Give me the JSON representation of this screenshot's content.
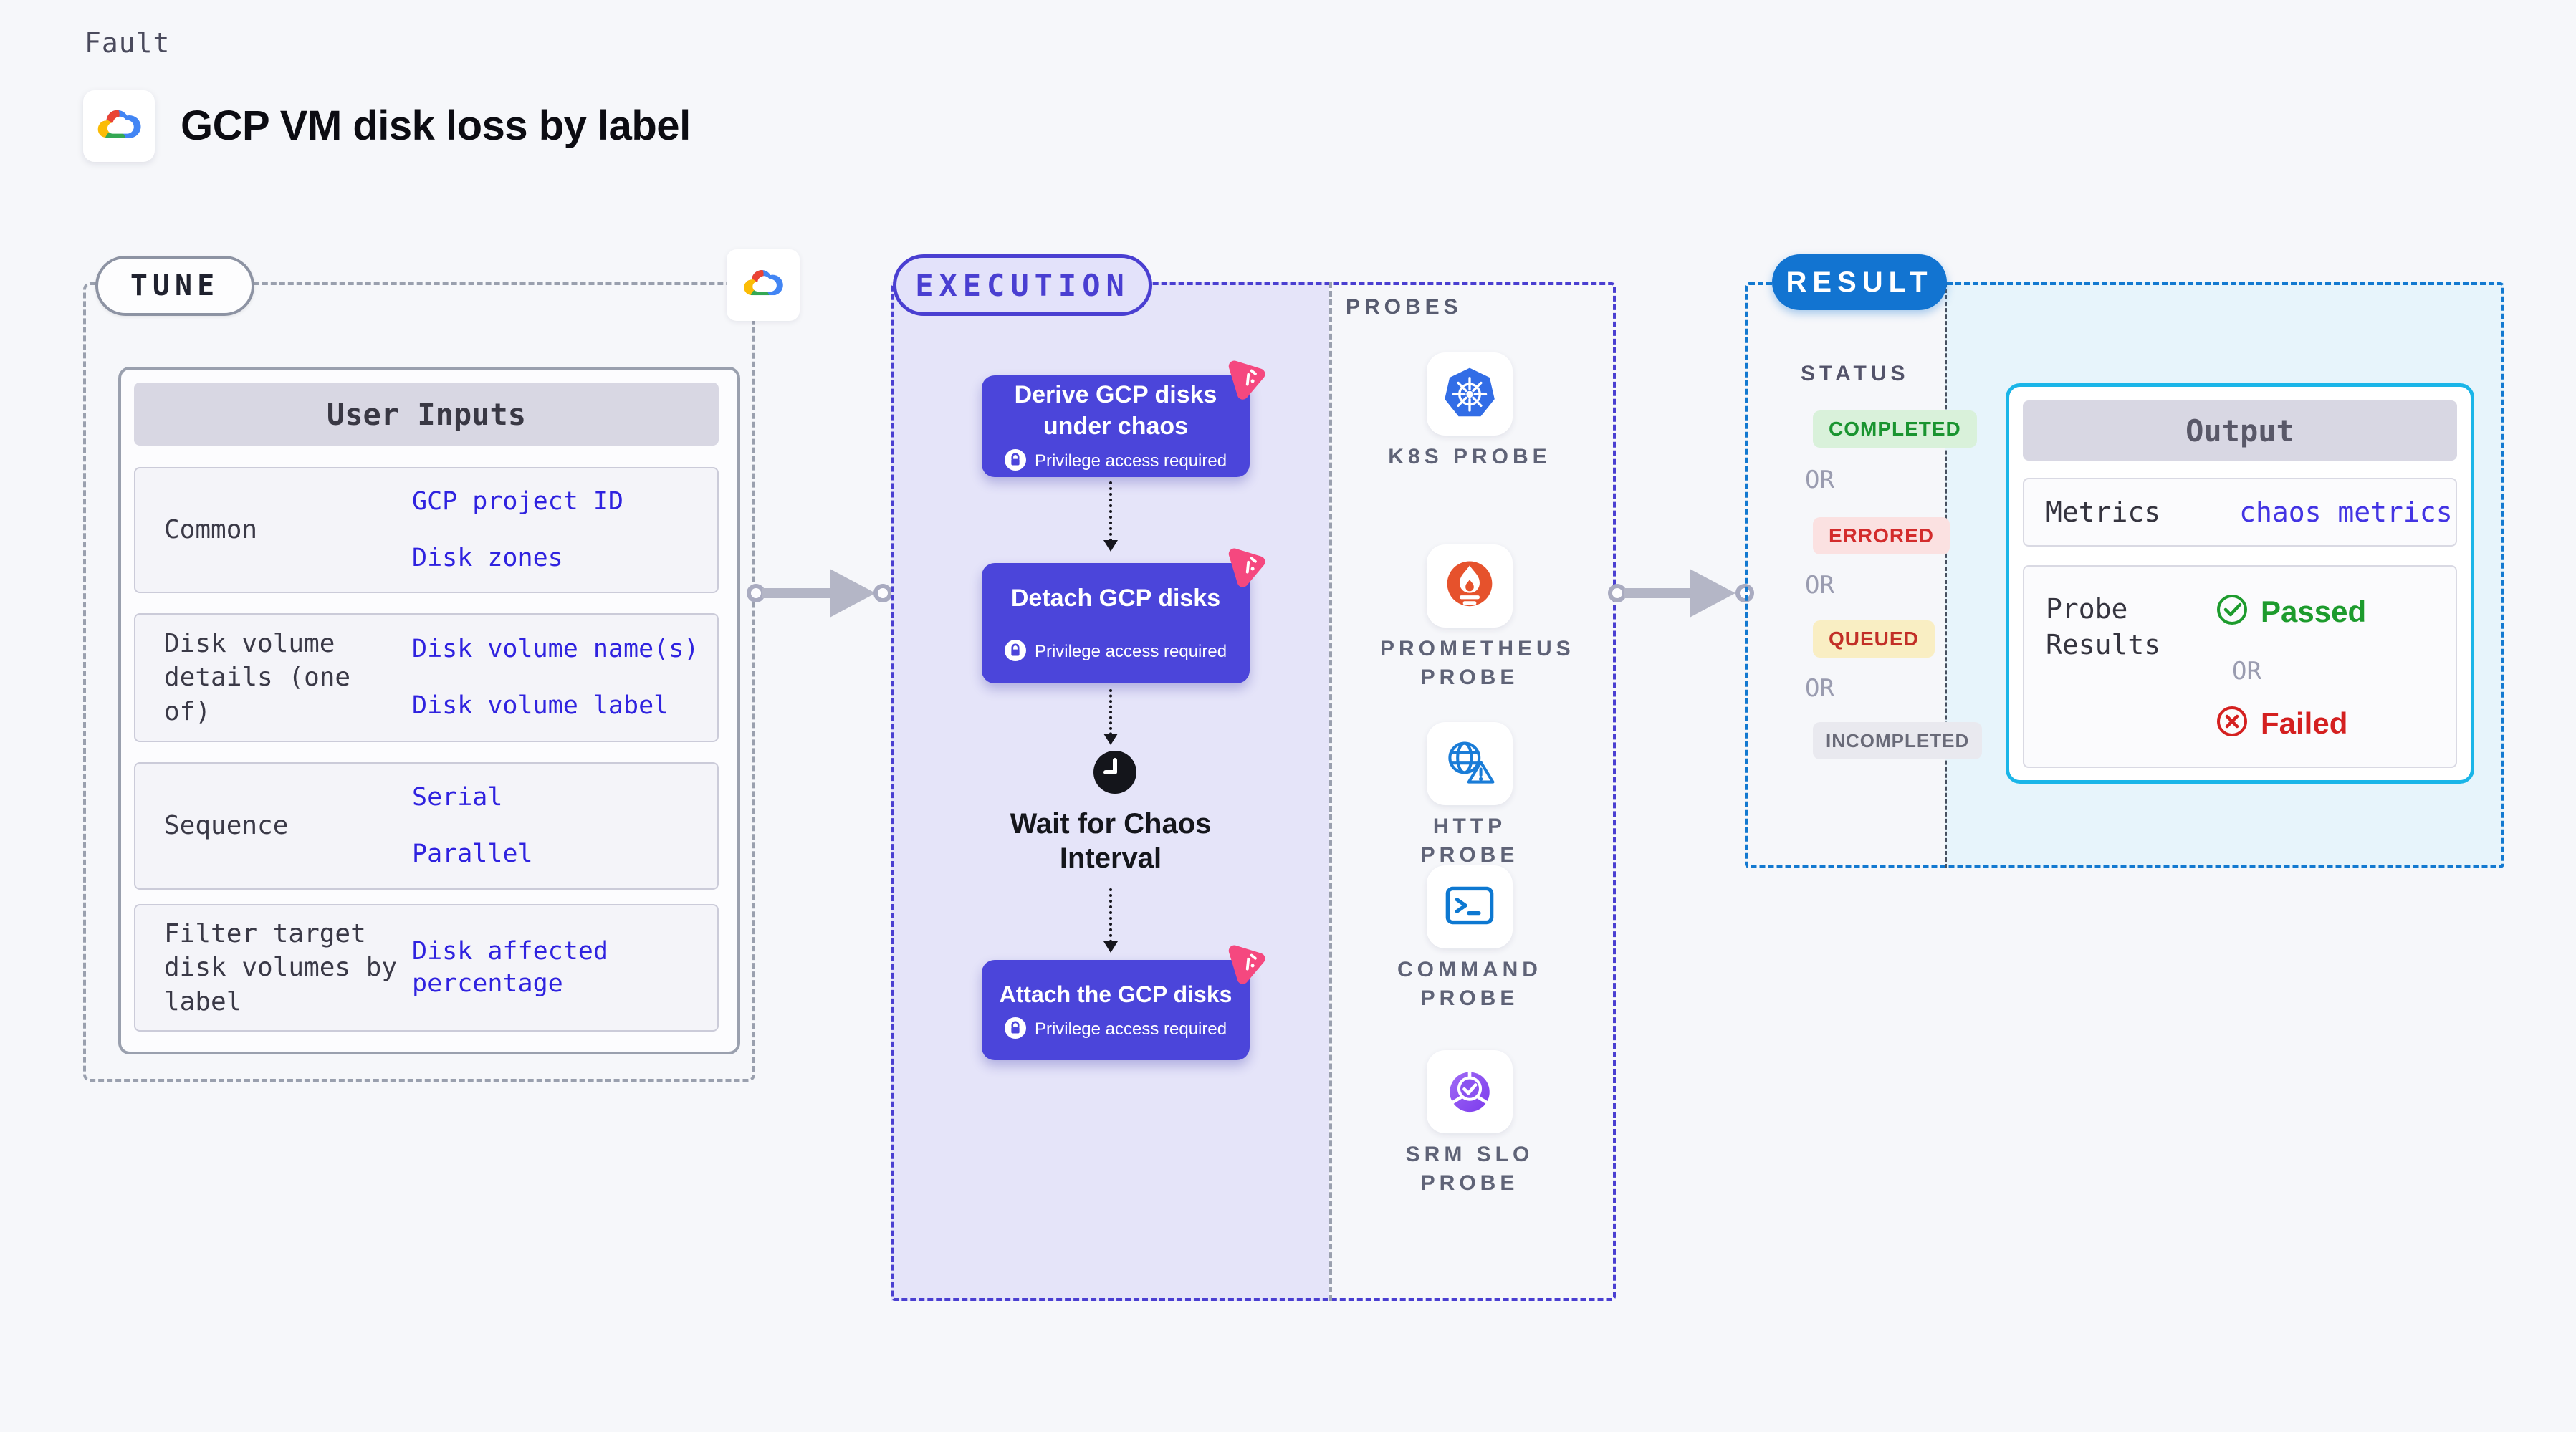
{
  "page": {
    "kicker": "Fault",
    "title": "GCP VM disk loss by label"
  },
  "tune": {
    "pill_label": "TUNE",
    "table": {
      "header": "User Inputs",
      "rows": [
        {
          "label": "Common",
          "values": [
            "GCP project ID",
            "Disk zones"
          ]
        },
        {
          "label": "Disk volume details (one of)",
          "values": [
            "Disk volume name(s)",
            "Disk volume label"
          ]
        },
        {
          "label": "Sequence",
          "values": [
            "Serial",
            "Parallel"
          ]
        },
        {
          "label": "Filter target disk volumes by label",
          "values": [
            "Disk affected percentage"
          ]
        }
      ]
    }
  },
  "execution": {
    "pill_label": "EXECUTION",
    "cards": [
      {
        "title": "Derive GCP disks under chaos",
        "privilege": "Privilege access required"
      },
      {
        "title": "Detach GCP disks",
        "privilege": "Privilege access required"
      },
      {
        "title": "Attach the GCP disks",
        "privilege": "Privilege access required"
      }
    ],
    "wait_label": "Wait for Chaos Interval"
  },
  "probes": {
    "heading": "PROBES",
    "items": [
      {
        "label": "K8S PROBE",
        "icon": "kubernetes-icon"
      },
      {
        "label": "PROMETHEUS PROBE",
        "icon": "prometheus-icon"
      },
      {
        "label": "HTTP PROBE",
        "icon": "http-globe-icon"
      },
      {
        "label": "COMMAND PROBE",
        "icon": "terminal-icon"
      },
      {
        "label": "SRM SLO PROBE",
        "icon": "srm-slo-donut-icon"
      }
    ]
  },
  "result": {
    "pill_label": "RESULT",
    "status_heading": "STATUS",
    "or_label": "OR",
    "statuses": [
      {
        "label": "COMPLETED"
      },
      {
        "label": "ERRORED"
      },
      {
        "label": "QUEUED"
      },
      {
        "label": "INCOMPLETED"
      }
    ],
    "output": {
      "header": "Output",
      "metrics_label": "Metrics",
      "metrics_value": "chaos metrics",
      "probe_results_label": "Probe Results",
      "passed_label": "Passed",
      "or_label": "OR",
      "failed_label": "Failed"
    }
  },
  "colors": {
    "page_bg": "#f6f7fa",
    "tune_border_gray": "#9aa0ae",
    "value_blue": "#2f22df",
    "execution_indigo": "#4a3fd1",
    "execution_fill": "#e5e4f9",
    "fault_card_indigo": "#4b45da",
    "litmus_pink": "#f5487f",
    "kubernetes_blue": "#326de6",
    "prometheus_orange": "#e6522c",
    "http_blue": "#1a7cd7",
    "command_blue": "#0d78d1",
    "srm_purple": "#8b52f0",
    "result_blue": "#1274d1",
    "output_border_cyan": "#1ab5e8",
    "result_fill_cyan": "#e7f4fb",
    "completed_bg": "#d9f1da",
    "completed_text": "#1a9430",
    "errored_bg": "#fbe1e1",
    "errored_text": "#d32c2c",
    "queued_bg": "#f9eec3",
    "queued_text": "#c22f27",
    "incompleted_bg": "#e9e9ef",
    "incompleted_text": "#696a78",
    "passed_green": "#1d9b2d",
    "failed_red": "#d42020"
  }
}
